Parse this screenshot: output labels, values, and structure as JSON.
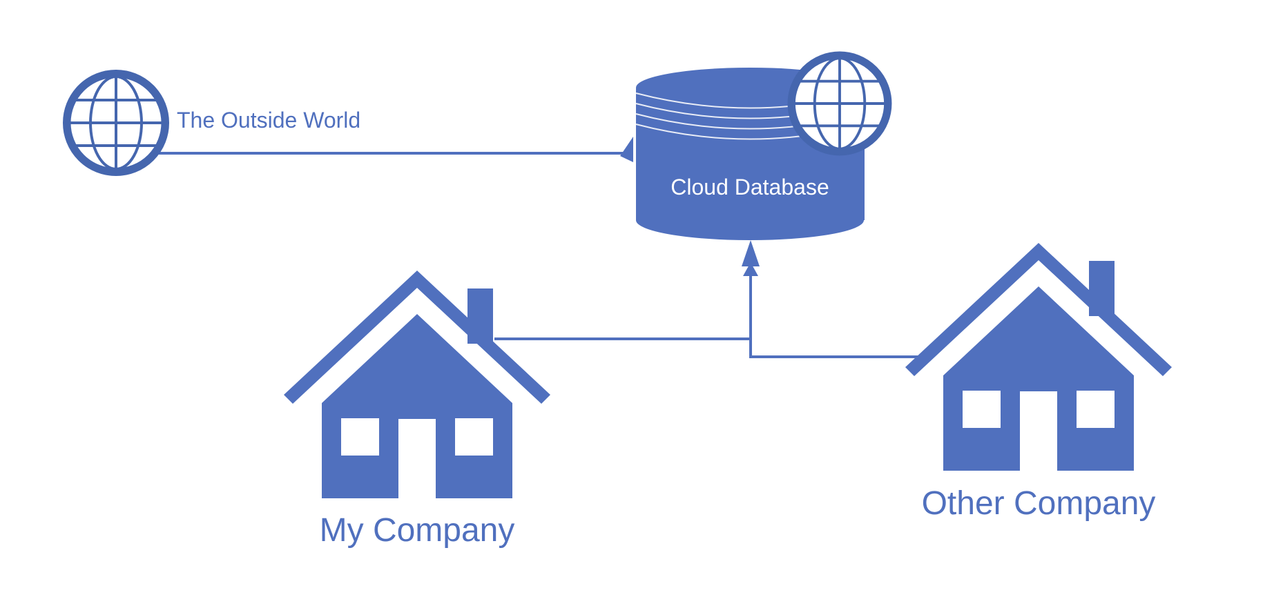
{
  "diagram": {
    "nodes": {
      "outside_world": {
        "label": "The Outside World"
      },
      "cloud_database": {
        "label": "Cloud Database"
      },
      "my_company": {
        "label": "My Company"
      },
      "other_company": {
        "label": "Other Company"
      }
    },
    "edges": [
      {
        "from": "outside_world",
        "to": "cloud_database"
      },
      {
        "from": "my_company",
        "to": "cloud_database"
      },
      {
        "from": "other_company",
        "to": "cloud_database"
      }
    ],
    "colors": {
      "primary": "#5070BE",
      "globe_stroke": "#4566AE",
      "db_label": "#FFFFFF",
      "db_stripe": "#E8ECF6",
      "background": "#FFFFFF"
    },
    "icons": {
      "outside_world": "globe-icon",
      "cloud_database": "database-cylinder-icon",
      "cloud_database_badge": "globe-icon",
      "my_company": "house-icon",
      "other_company": "house-icon"
    }
  }
}
